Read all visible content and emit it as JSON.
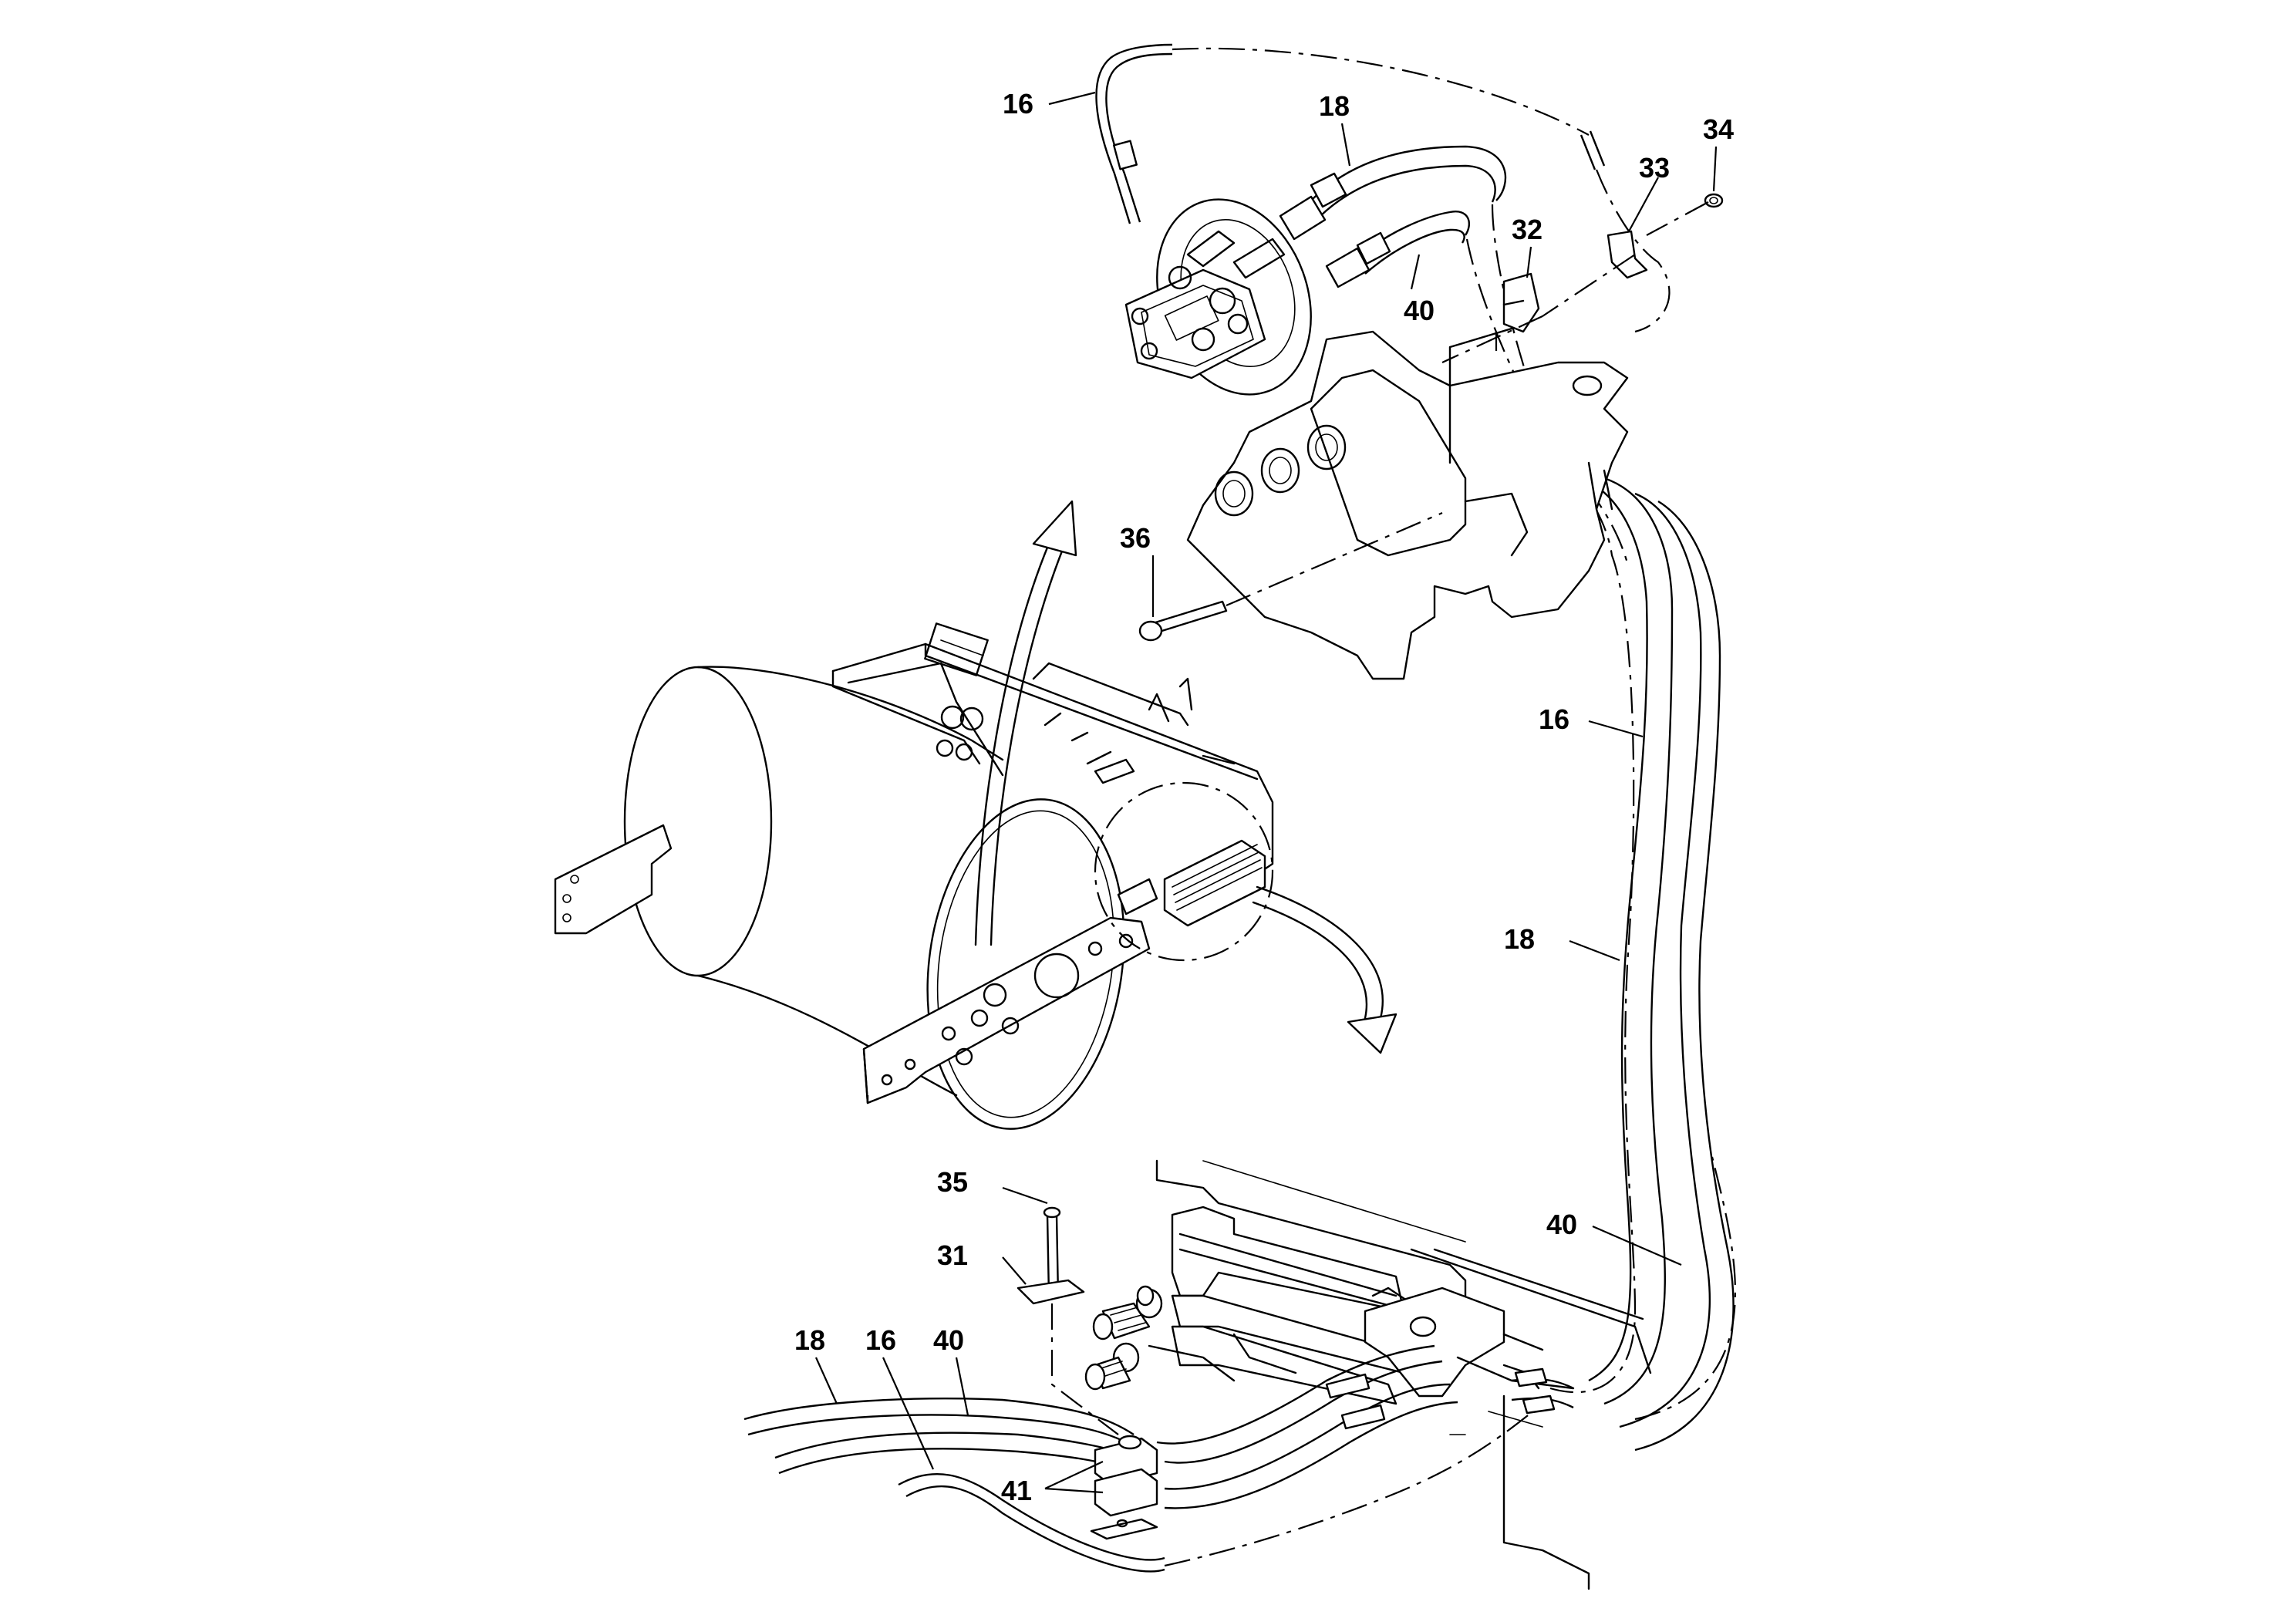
{
  "callouts": {
    "c16_top": "16",
    "c18_top": "18",
    "c40_top": "40",
    "c32": "32",
    "c33": "33",
    "c34": "34",
    "c36": "36",
    "c16_right": "16",
    "c18_right": "18",
    "c40_right": "40",
    "c35": "35",
    "c31": "31",
    "c18_bottom": "18",
    "c16_bottom": "16",
    "c40_bottom": "40",
    "c41": "41"
  }
}
